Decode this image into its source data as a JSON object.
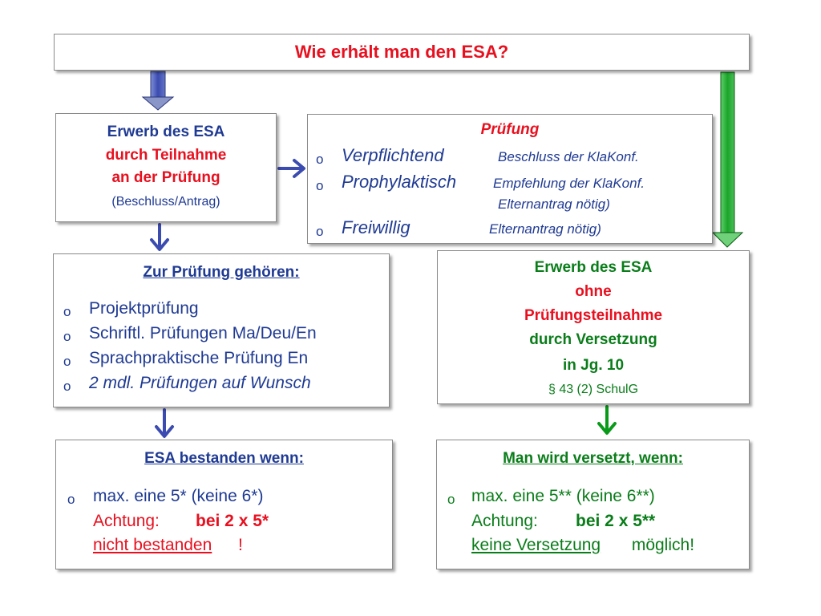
{
  "title": "Wie erhält man den ESA?",
  "box_exam_route": {
    "line1": "Erwerb des ESA",
    "line2": "durch Teilnahme",
    "line3": "an der Prüfung",
    "line4": "(Beschluss/Antrag)"
  },
  "box_exam_types": {
    "heading": "Prüfung",
    "items": [
      {
        "label": "Verpflichtend",
        "note": "Beschluss der KlaKonf."
      },
      {
        "label": "Prophylaktisch",
        "note": "Empfehlung der  KlaKonf.",
        "note2": "Elternantrag nötig)"
      },
      {
        "label": "Freiwillig",
        "note": "Elternantrag nötig)"
      }
    ]
  },
  "box_exam_parts": {
    "heading": "Zur Prüfung gehören:",
    "items": [
      "Projektprüfung",
      "Schriftl. Prüfungen Ma/Deu/En",
      "Sprachpraktische Prüfung En",
      "2 mdl. Prüfungen auf  Wunsch"
    ]
  },
  "box_no_exam": {
    "line1": "Erwerb des ESA",
    "line2": "ohne",
    "line3": "Prüfungsteilnahme",
    "line4": "durch Versetzung",
    "line5": "in Jg. 10",
    "line6": "§ 43 (2) SchulG"
  },
  "box_passed": {
    "heading": "ESA bestanden wenn:",
    "line1": "max. eine 5* (keine 6*)",
    "line2a": "Achtung:",
    "line2b": "bei 2 x 5*",
    "line3a": "nicht bestanden",
    "line3b": "!"
  },
  "box_promoted": {
    "heading": "Man wird versetzt, wenn:",
    "line1": "max. eine 5** (keine 6**)",
    "line2a": "Achtung:",
    "line2b": "bei 2 x 5**",
    "line3a": "keine Versetzung",
    "line3b": " möglich!"
  },
  "bullet_glyph": "o",
  "colors": {
    "red": "#e8101f",
    "green": "#0a7d1a",
    "navy": "#1f3a93",
    "blue_arrow": "#3b4bb0",
    "green_arrow": "#1aa52a"
  }
}
